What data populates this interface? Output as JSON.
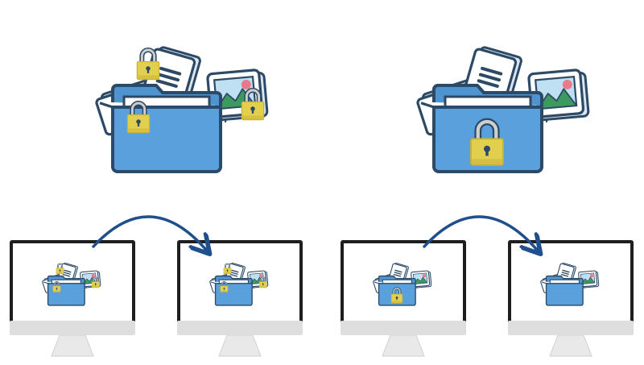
{
  "colors": {
    "outline": "#2c4a66",
    "folder": "#5aa0dc",
    "folder_tab": "#4f93cf",
    "paper": "#ffffff",
    "paper_back": "#dce6f0",
    "lock": "#e3cf4e",
    "lock_shade": "#c9b23a",
    "lock_shackle": "#cfcfcf",
    "arrow": "#1f4f8c",
    "photo_mountain": "#3d9a5e",
    "photo_sun": "#e87a8a",
    "photo_sky": "#bfe0f3",
    "monitor_bezel": "#1e1e1e",
    "monitor_chin": "#dedede",
    "monitor_stand": "#e9e9e9"
  },
  "panels": [
    {
      "id": "individual-encryption",
      "locks_on_files": true,
      "lock_on_folder": false
    },
    {
      "id": "folder-encryption",
      "locks_on_files": false,
      "lock_on_folder": true
    }
  ],
  "transfers": [
    {
      "id": "transfer-individual",
      "source_locks_on_files": true,
      "source_lock_on_folder": false,
      "target_locks_on_files": true,
      "target_lock_on_folder": false
    },
    {
      "id": "transfer-folder",
      "source_locks_on_files": false,
      "source_lock_on_folder": true,
      "target_locks_on_files": false,
      "target_lock_on_folder": false
    }
  ],
  "icons": [
    "envelope-icon",
    "document-icon",
    "photo-icon",
    "folder-icon",
    "padlock-icon",
    "monitor-icon",
    "curved-arrow-icon"
  ]
}
